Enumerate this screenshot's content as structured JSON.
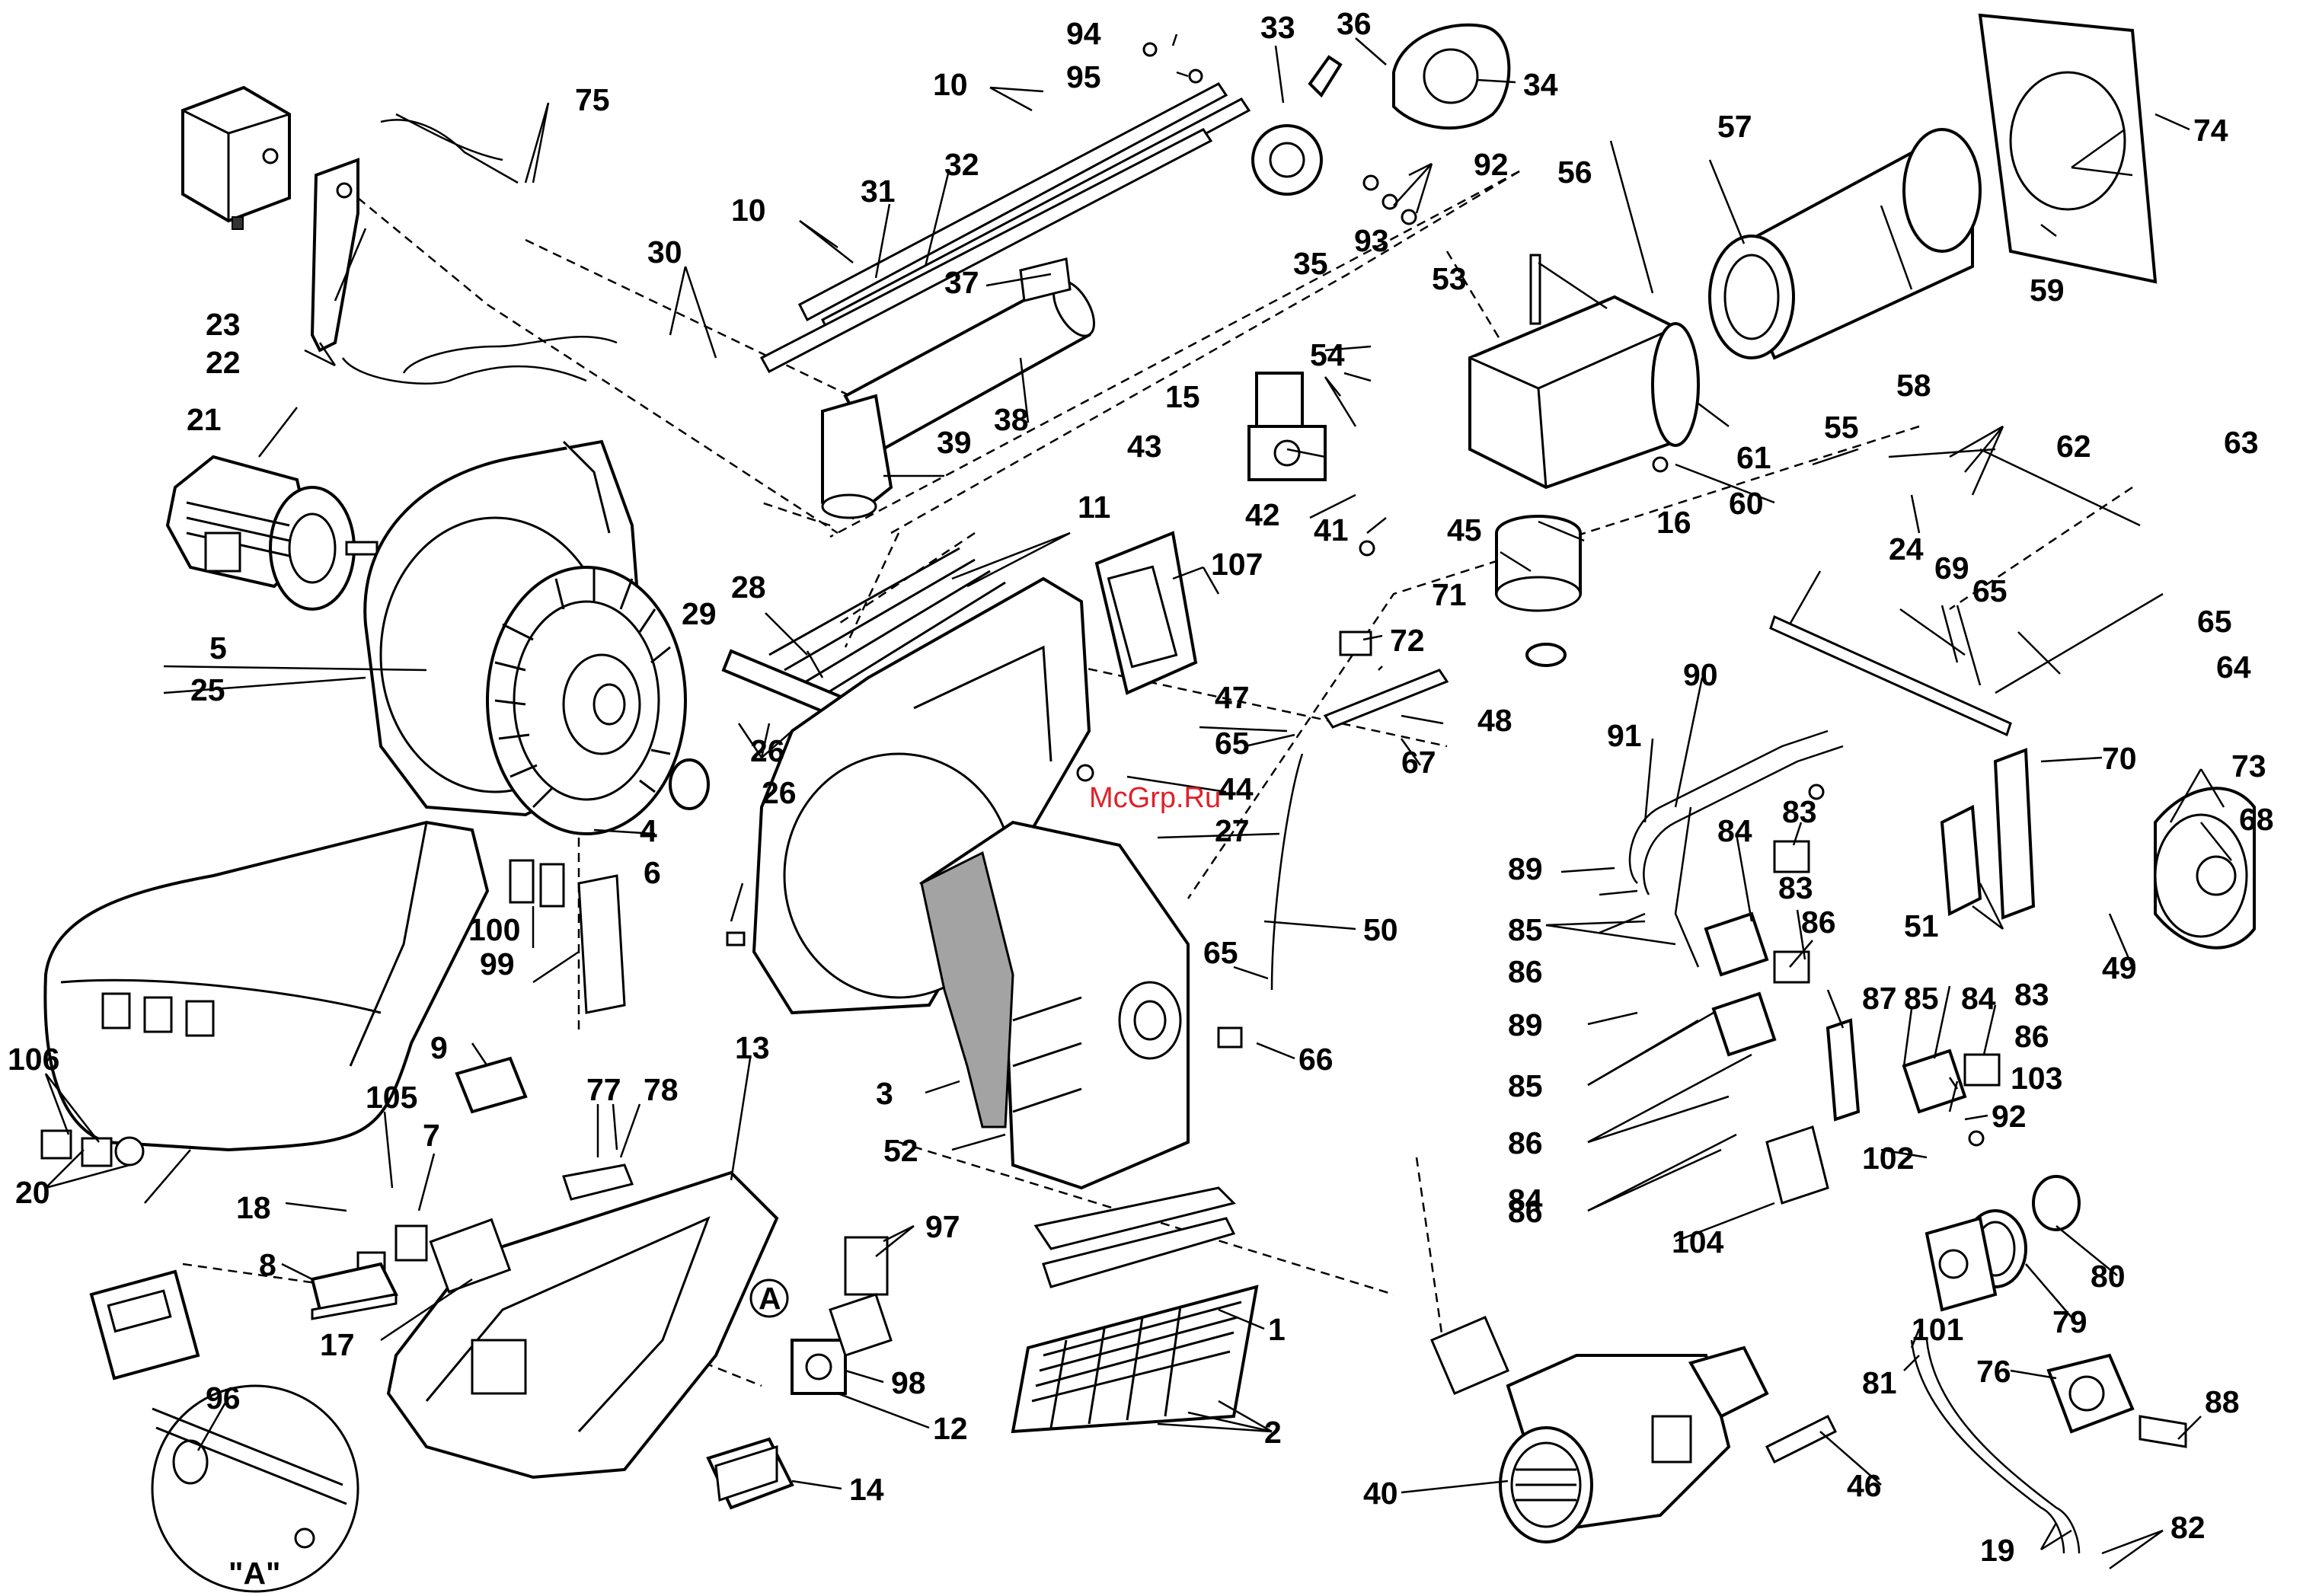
{
  "watermark": "McGrp.Ru",
  "detail_label": "\"A\"",
  "detail_marker": "A",
  "callouts": [
    {
      "text": "94"
    },
    {
      "text": "33"
    },
    {
      "text": "36"
    },
    {
      "text": "34"
    },
    {
      "text": "95"
    },
    {
      "text": "10"
    },
    {
      "text": "75"
    },
    {
      "text": "92"
    },
    {
      "text": "57"
    },
    {
      "text": "74"
    },
    {
      "text": "32"
    },
    {
      "text": "31"
    },
    {
      "text": "10"
    },
    {
      "text": "56"
    },
    {
      "text": "93"
    },
    {
      "text": "35"
    },
    {
      "text": "53"
    },
    {
      "text": "30"
    },
    {
      "text": "37"
    },
    {
      "text": "23"
    },
    {
      "text": "59"
    },
    {
      "text": "22"
    },
    {
      "text": "58"
    },
    {
      "text": "55"
    },
    {
      "text": "54"
    },
    {
      "text": "15"
    },
    {
      "text": "38"
    },
    {
      "text": "21"
    },
    {
      "text": "39"
    },
    {
      "text": "43"
    },
    {
      "text": "61"
    },
    {
      "text": "62"
    },
    {
      "text": "63"
    },
    {
      "text": "60"
    },
    {
      "text": "42"
    },
    {
      "text": "41"
    },
    {
      "text": "16"
    },
    {
      "text": "11"
    },
    {
      "text": "107"
    },
    {
      "text": "45"
    },
    {
      "text": "24"
    },
    {
      "text": "69"
    },
    {
      "text": "65"
    },
    {
      "text": "28"
    },
    {
      "text": "71"
    },
    {
      "text": "65"
    },
    {
      "text": "29"
    },
    {
      "text": "72"
    },
    {
      "text": "5"
    },
    {
      "text": "64"
    },
    {
      "text": "25"
    },
    {
      "text": "90"
    },
    {
      "text": "47"
    },
    {
      "text": "48"
    },
    {
      "text": "26"
    },
    {
      "text": "65"
    },
    {
      "text": "67"
    },
    {
      "text": "91"
    },
    {
      "text": "70"
    },
    {
      "text": "73"
    },
    {
      "text": "44"
    },
    {
      "text": "68"
    },
    {
      "text": "26"
    },
    {
      "text": "83"
    },
    {
      "text": "84"
    },
    {
      "text": "27"
    },
    {
      "text": "4"
    },
    {
      "text": "6"
    },
    {
      "text": "89"
    },
    {
      "text": "85"
    },
    {
      "text": "83"
    },
    {
      "text": "86"
    },
    {
      "text": "50"
    },
    {
      "text": "51"
    },
    {
      "text": "100"
    },
    {
      "text": "86"
    },
    {
      "text": "49"
    },
    {
      "text": "99"
    },
    {
      "text": "65"
    },
    {
      "text": "87"
    },
    {
      "text": "89"
    },
    {
      "text": "85"
    },
    {
      "text": "84"
    },
    {
      "text": "83"
    },
    {
      "text": "106"
    },
    {
      "text": "9"
    },
    {
      "text": "66"
    },
    {
      "text": "86"
    },
    {
      "text": "3"
    },
    {
      "text": "85"
    },
    {
      "text": "103"
    },
    {
      "text": "105"
    },
    {
      "text": "77"
    },
    {
      "text": "78"
    },
    {
      "text": "13"
    },
    {
      "text": "86"
    },
    {
      "text": "92"
    },
    {
      "text": "7"
    },
    {
      "text": "52"
    },
    {
      "text": "84"
    },
    {
      "text": "102"
    },
    {
      "text": "20"
    },
    {
      "text": "18"
    },
    {
      "text": "86"
    },
    {
      "text": "8"
    },
    {
      "text": "97"
    },
    {
      "text": "104"
    },
    {
      "text": "80"
    },
    {
      "text": "1"
    },
    {
      "text": "101"
    },
    {
      "text": "79"
    },
    {
      "text": "17"
    },
    {
      "text": "98"
    },
    {
      "text": "81"
    },
    {
      "text": "76"
    },
    {
      "text": "96"
    },
    {
      "text": "12"
    },
    {
      "text": "2"
    },
    {
      "text": "88"
    },
    {
      "text": "14"
    },
    {
      "text": "40"
    },
    {
      "text": "46"
    },
    {
      "text": "19"
    },
    {
      "text": "82"
    }
  ]
}
